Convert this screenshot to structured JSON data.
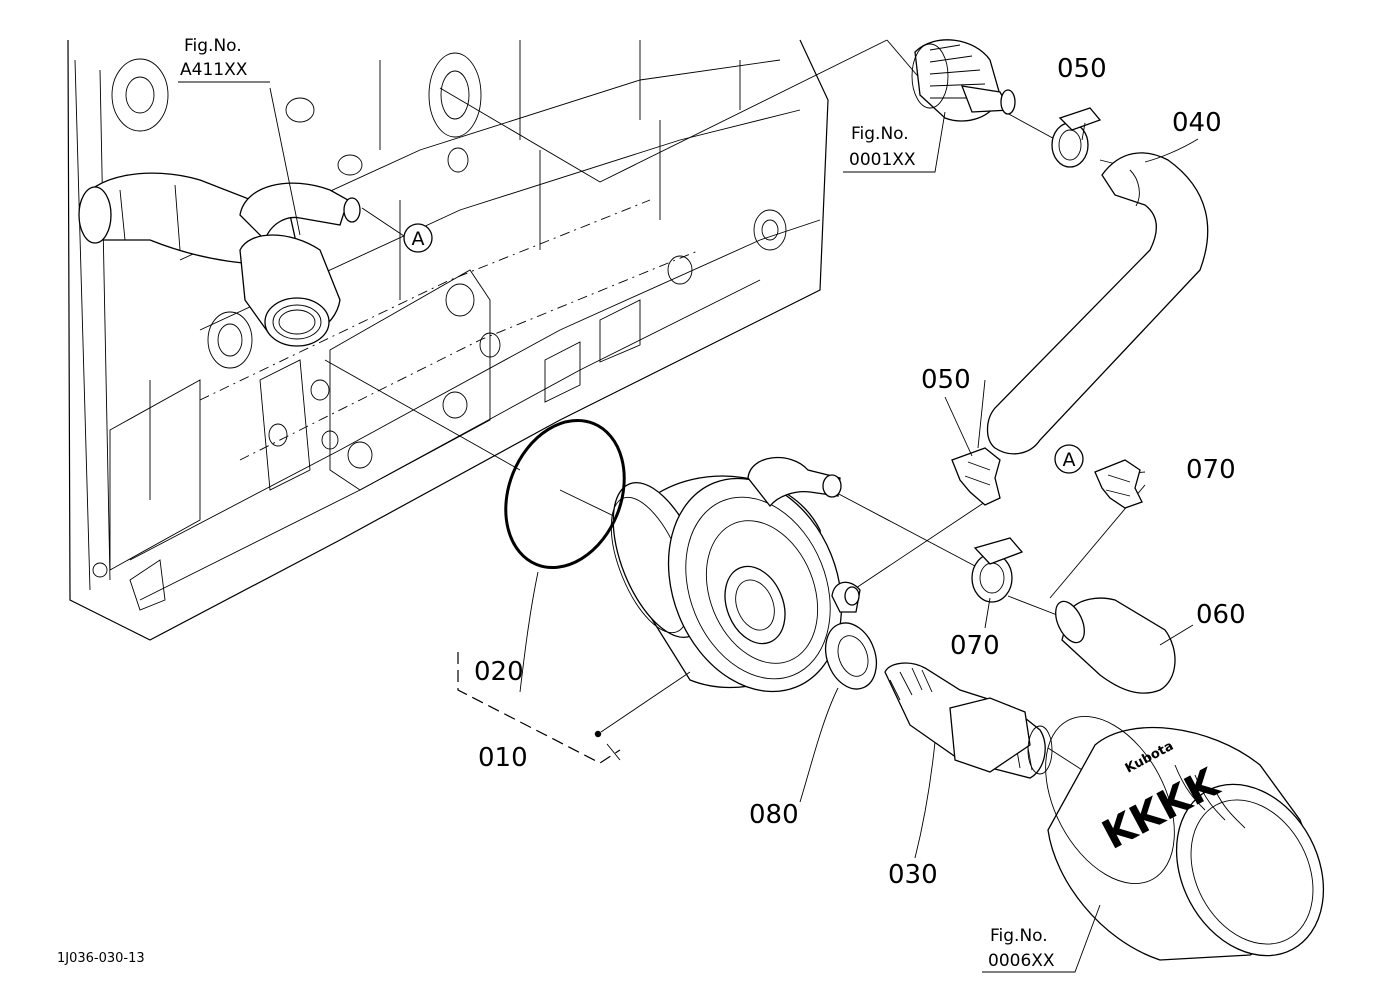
{
  "diagram_code": "1J036-030-13",
  "fig_refs": {
    "a411": {
      "label": "Fig.No.",
      "number": "A411XX"
    },
    "f0001": {
      "label": "Fig.No.",
      "number": "0001XX"
    },
    "f0006": {
      "label": "Fig.No.",
      "number": "0006XX"
    }
  },
  "ref_marker": "A",
  "callouts": {
    "c010": "010",
    "c020": "020",
    "c030": "030",
    "c040": "040",
    "c050_top": "050",
    "c050_mid": "050",
    "c060": "060",
    "c070_right": "070",
    "c070_low": "070",
    "c080": "080"
  },
  "filter_brand": {
    "small": "Kubota",
    "large": "KKKK"
  }
}
